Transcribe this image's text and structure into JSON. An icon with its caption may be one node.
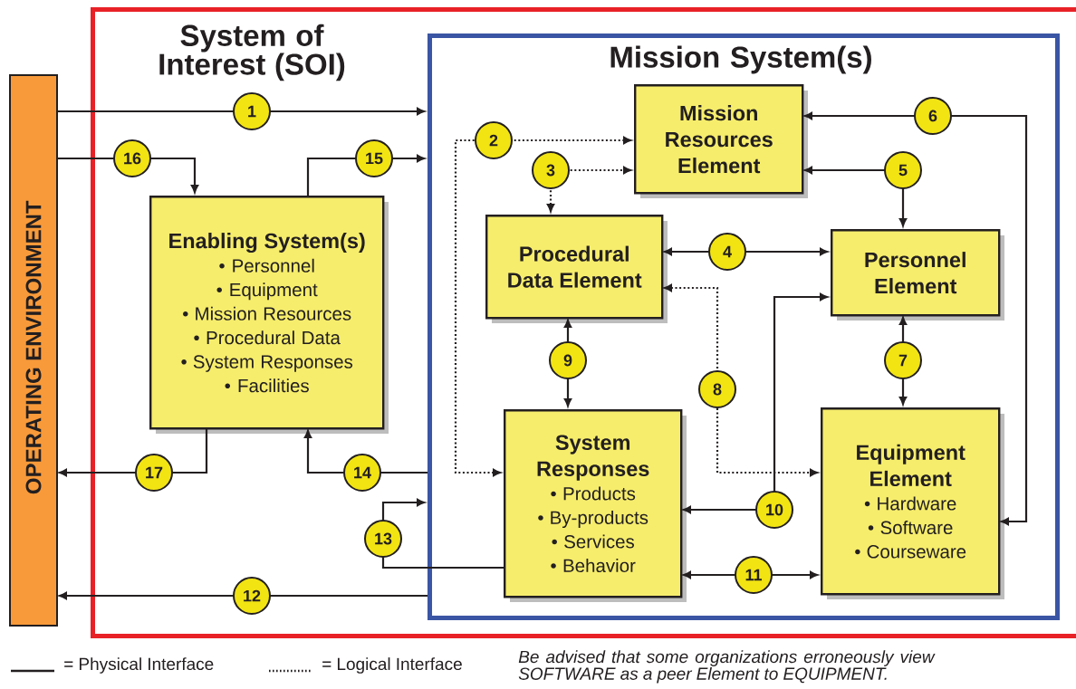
{
  "diagram": {
    "nodes": [
      {
        "text": [
          "OPERATING ENVIRONMENT"
        ]
      },
      {
        "text": [
          "System of Interest (SOI)"
        ]
      },
      {
        "text": [
          "Mission System(s)"
        ],
        "in": 1
      },
      {
        "text": [
          "Enabling System(s)",
          "• Personnel",
          "• Equipment",
          "• Mission Resources",
          "• Procedural Data",
          "• System Responses",
          "• Facilities"
        ],
        "in": 1
      },
      {
        "text": [
          "Mission Resources Element"
        ],
        "in": 2
      },
      {
        "text": [
          "Procedural Data Element"
        ],
        "in": 2
      },
      {
        "text": [
          "Personnel Element"
        ],
        "in": 2
      },
      {
        "text": [
          "System Responses",
          "• Products",
          "• By-products",
          "• Services",
          "• Behavior"
        ],
        "in": 2
      },
      {
        "text": [
          "Equipment Element",
          "• Hardware",
          "• Software",
          "• Courseware"
        ],
        "in": 2
      }
    ],
    "edges": [
      {
        "from": 0,
        "to": 2,
        "arrow": "to",
        "label": "1"
      },
      {
        "from": 7,
        "to": 4,
        "arrow": "both",
        "label": "2",
        "style": "dashed"
      },
      {
        "from": 5,
        "to": 4,
        "arrow": "both",
        "label": "3",
        "style": "dashed"
      },
      {
        "from": 5,
        "to": 6,
        "arrow": "both",
        "label": "4"
      },
      {
        "from": 4,
        "to": 6,
        "arrow": "both",
        "label": "5"
      },
      {
        "from": 8,
        "to": 4,
        "arrow": "both",
        "label": "6"
      },
      {
        "from": 6,
        "to": 8,
        "arrow": "both",
        "label": "7"
      },
      {
        "from": 5,
        "to": 8,
        "arrow": "both",
        "label": "8",
        "style": "dashed"
      },
      {
        "from": 5,
        "to": 7,
        "arrow": "both",
        "label": "9"
      },
      {
        "from": 7,
        "to": 6,
        "arrow": "both",
        "label": "10"
      },
      {
        "from": 7,
        "to": 8,
        "arrow": "both",
        "label": "11"
      },
      {
        "from": 2,
        "to": 0,
        "arrow": "to",
        "label": "12"
      },
      {
        "from": 7,
        "to": 2,
        "arrow": "to",
        "label": "13"
      },
      {
        "from": 2,
        "to": 3,
        "arrow": "to",
        "label": "14"
      },
      {
        "from": 3,
        "to": 2,
        "arrow": "to",
        "label": "15"
      },
      {
        "from": 0,
        "to": 3,
        "arrow": "to",
        "label": "16"
      },
      {
        "from": 3,
        "to": 0,
        "arrow": "to",
        "label": "17"
      }
    ],
    "labels": [
      "Be advised that some organizations erroneously view SOFTWARE as a peer Element to EQUIPMENT."
    ],
    "legend": [
      {
        "text": "= Physical Interface"
      },
      {
        "text": "= Logical Interface"
      }
    ]
  }
}
